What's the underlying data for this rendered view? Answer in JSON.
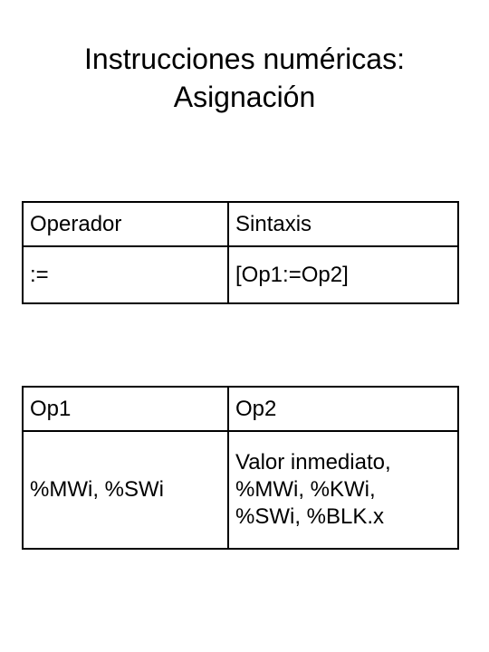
{
  "title": {
    "line1": "Instrucciones numéricas:",
    "line2": "Asignación"
  },
  "operator_table": {
    "headers": [
      "Operador",
      "Sintaxis"
    ],
    "row": [
      ":=",
      "[Op1:=Op2]"
    ]
  },
  "operand_table": {
    "headers": [
      "Op1",
      "Op2"
    ],
    "op1_value": "%MWi, %SWi",
    "op2_lines": [
      "Valor inmediato,",
      "%MWi, %KWi,",
      "%SWi, %BLK.x"
    ]
  }
}
